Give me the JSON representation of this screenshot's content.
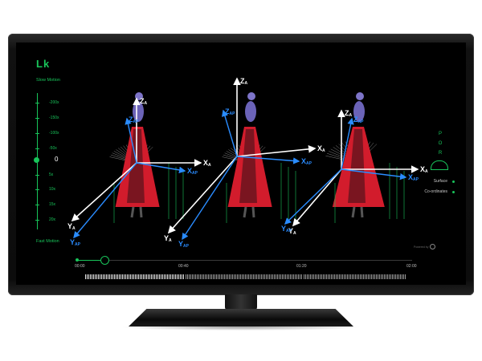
{
  "app": {
    "logo_text": "Lk"
  },
  "speed": {
    "slow_label": "Slow Motion",
    "fast_label": "Fast Motion",
    "items_top": [
      "-200x",
      "-150x",
      "-100x",
      "-50x"
    ],
    "current": "0",
    "items_bottom": [
      "5x",
      "10x",
      "15x",
      "20x"
    ]
  },
  "por": {
    "letters": [
      "P",
      "O",
      "R"
    ]
  },
  "options": {
    "surface": "Surface",
    "coordinates": "Co-ordinates"
  },
  "powered": {
    "text": "Powered by"
  },
  "timeline": {
    "times": [
      "00:00",
      "00:40",
      "01:20",
      "02:00"
    ],
    "progress": 0.08
  },
  "axes": {
    "z": "ZA",
    "zap": "ZAP",
    "x": "XA",
    "xap": "XAP",
    "y": "YA",
    "yap": "YAP"
  },
  "colors": {
    "accent": "#18c45a",
    "axis_white": "#ffffff",
    "axis_blue": "#2a8cff",
    "figure_red": "#d21c2c"
  },
  "icons": {
    "speed_handle": "circle-dot-icon",
    "por_gauge": "half-circle-gauge-icon",
    "timeline_handle": "ring-handle-icon"
  }
}
